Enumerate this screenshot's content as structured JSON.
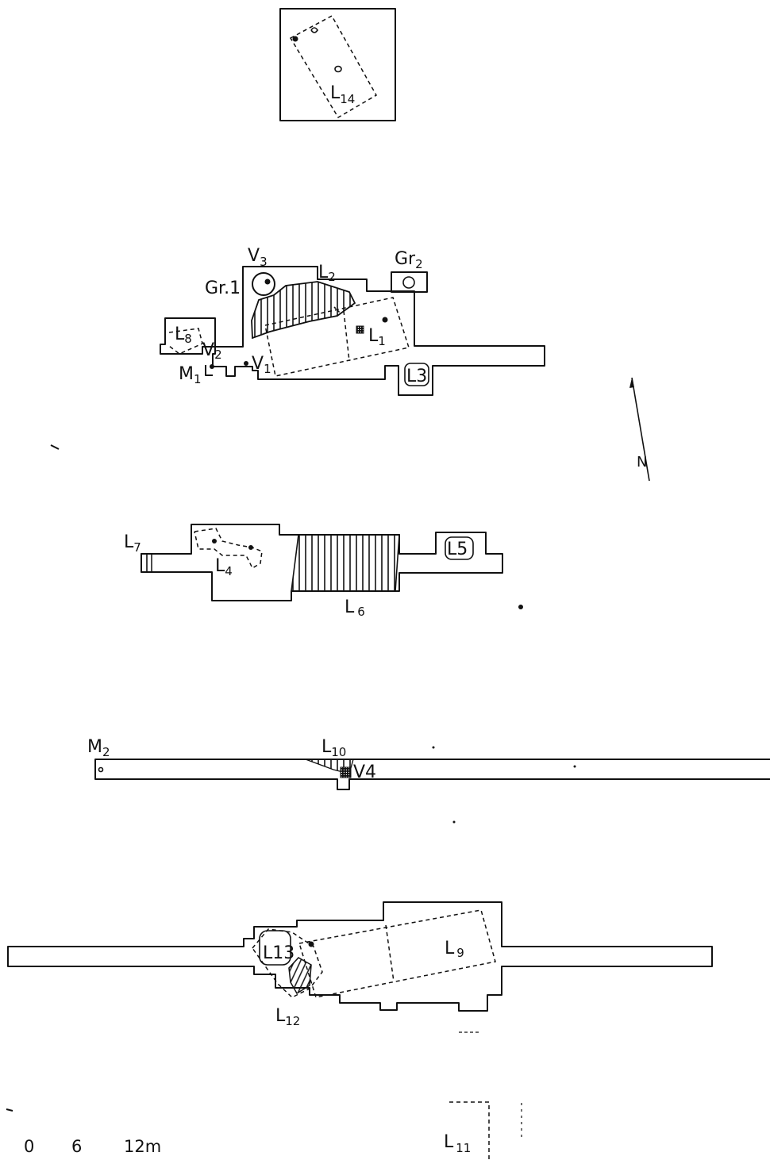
{
  "labels": {
    "l14": {
      "main": "L",
      "sub": "14"
    },
    "v3": {
      "main": "V",
      "sub": "3"
    },
    "l2": {
      "main": "L",
      "sub": "2"
    },
    "gr2": {
      "main": "Gr",
      "sub": "2"
    },
    "gr1": "Gr.1",
    "l8": {
      "main": "L",
      "sub": "8"
    },
    "l1": {
      "main": "L",
      "sub": "1"
    },
    "v2": {
      "main": "V",
      "sub": "2"
    },
    "v1": {
      "main": "V",
      "sub": "1"
    },
    "m1": {
      "main": "M",
      "sub": "1"
    },
    "l3": "L3",
    "north": "N",
    "l7": {
      "main": "L",
      "sub": "7"
    },
    "l4": {
      "main": "L",
      "sub": "4"
    },
    "l5": "L5",
    "l6": {
      "main": "L",
      "sub": "6"
    },
    "m2": {
      "main": "M",
      "sub": "2"
    },
    "l10": {
      "main": "L",
      "sub": "10"
    },
    "v4": "V4",
    "l13": "L13",
    "l9": {
      "main": "L",
      "sub": "9"
    },
    "l12": {
      "main": "L",
      "sub": "12"
    },
    "l11": {
      "main": "L",
      "sub": "11"
    }
  },
  "scale_bar": {
    "tick_0": "0",
    "tick_1": "6",
    "tick_2": "12m"
  }
}
